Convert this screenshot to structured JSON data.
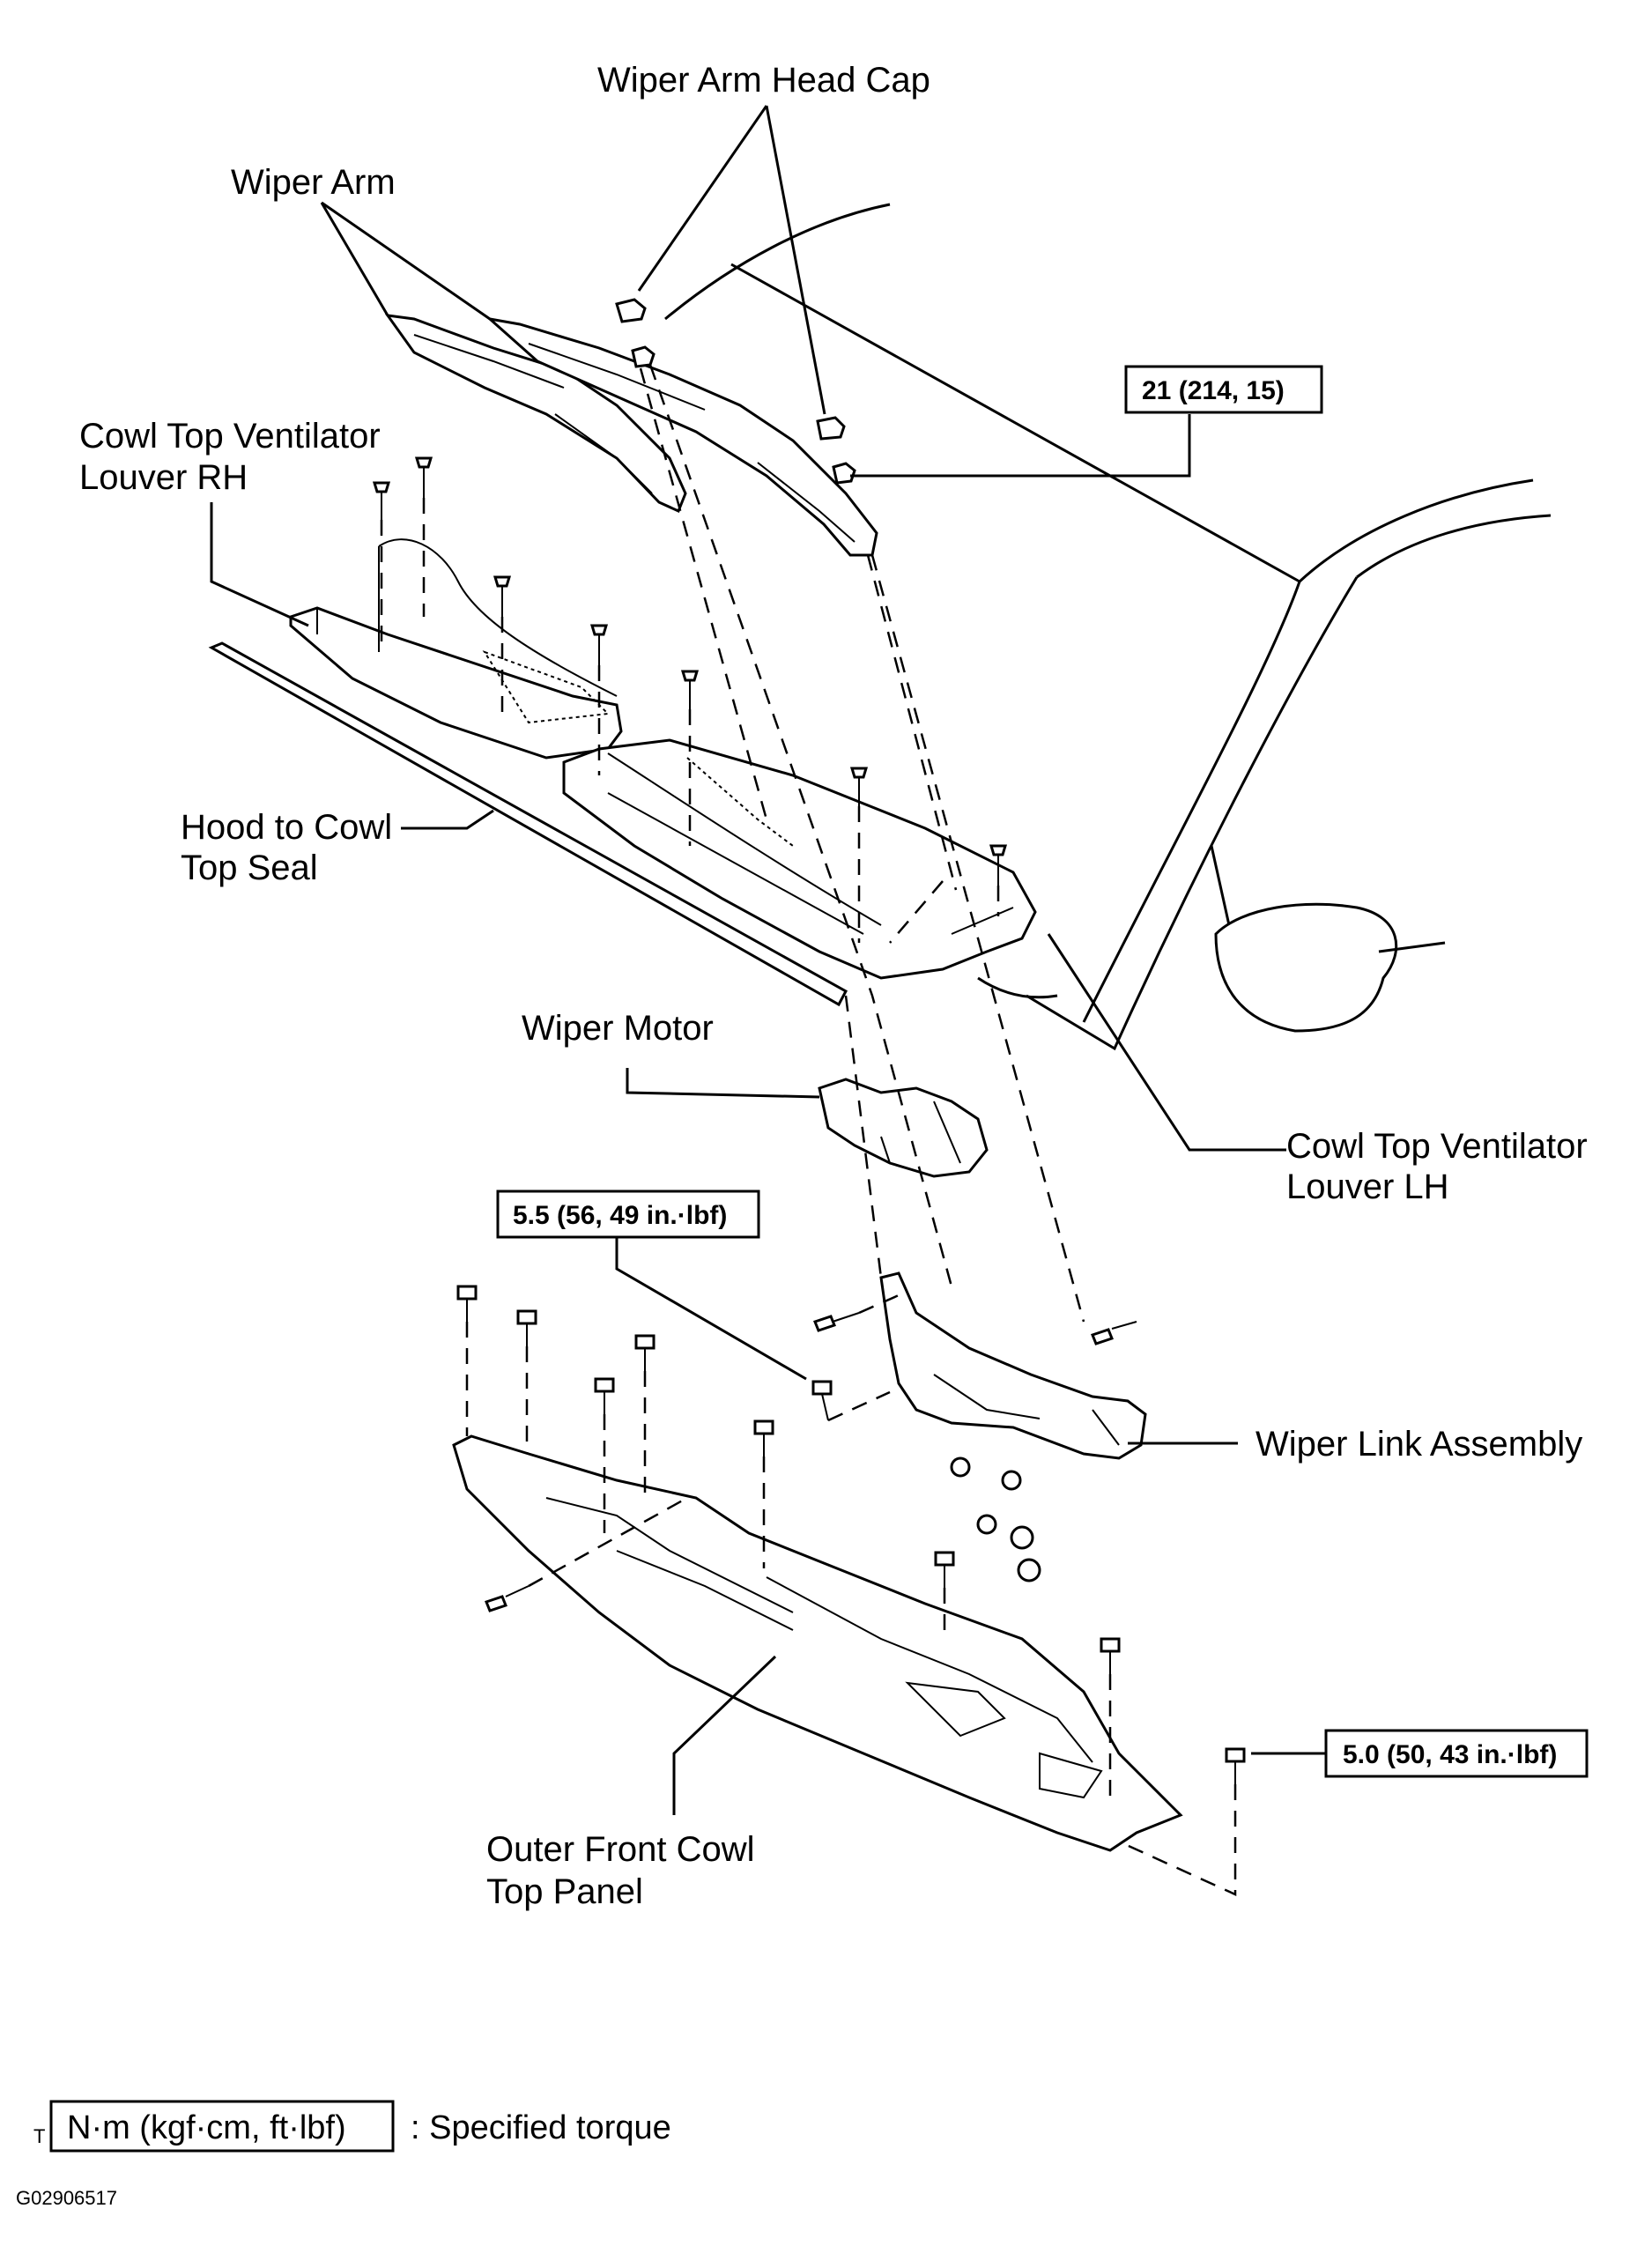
{
  "labels": {
    "wiper_arm_head_cap": "Wiper Arm Head Cap",
    "wiper_arm": "Wiper Arm",
    "cowl_rh_line1": "Cowl Top Ventilator",
    "cowl_rh_line2": "Louver RH",
    "hood_seal_line1": "Hood to Cowl",
    "hood_seal_line2": "Top Seal",
    "wiper_motor": "Wiper Motor",
    "cowl_lh_line1": "Cowl Top Ventilator",
    "cowl_lh_line2": "Louver LH",
    "wiper_link": "Wiper Link Assembly",
    "outer_panel_line1": "Outer Front Cowl",
    "outer_panel_line2": "Top Panel"
  },
  "torques": {
    "arm_nut": "21 (214, 15)",
    "link_bolt": "5.5 (56, 49 in.·lbf)",
    "panel_bolt": "5.0 (50, 43 in.·lbf)"
  },
  "legend": {
    "marker": "T",
    "unit": "N·m (kgf·cm, ft·lbf)",
    "text": ": Specified torque"
  },
  "figure_id": "G02906517"
}
